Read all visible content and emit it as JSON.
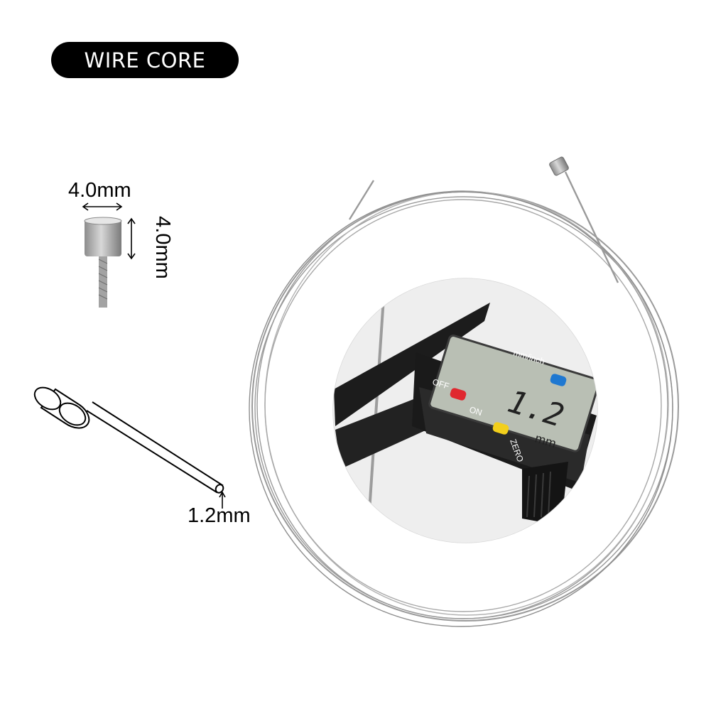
{
  "header": {
    "title": "WIRE CORE"
  },
  "dimensions": {
    "head_width": "4.0mm",
    "head_height": "4.0mm",
    "wire_diameter": "1.2mm"
  },
  "caliper": {
    "unit_toggle": "mm/inch",
    "off": "OFF",
    "on": "ON",
    "zero": "ZERO",
    "reading": "1.2",
    "reading_unit": "mm"
  },
  "colors": {
    "badge": "#000000",
    "wire": "#9a9a9a",
    "caliper_body": "#1c1c1c",
    "lcd": "#b9bfb4",
    "button_off": "#e0282f",
    "button_zero": "#f2cf1c",
    "button_unit": "#1f78d1"
  }
}
